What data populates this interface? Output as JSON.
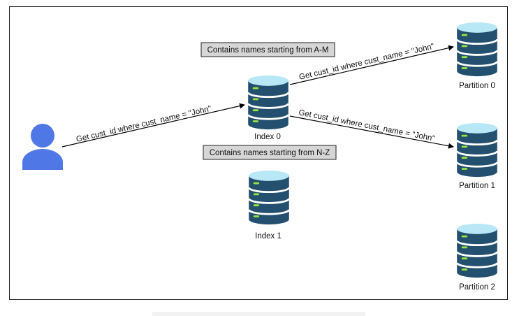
{
  "notes": {
    "top": "Contains names starting from A-M",
    "bottom": "Contains names starting from N-Z"
  },
  "queries": {
    "user_to_index": "Get cust_id where cust_name = \"John\"",
    "index_to_partition0": "Get cust_id where cust_name = \"John\"",
    "index_to_partition1": "Get cust_id where cust_name = \"John\""
  },
  "nodes": {
    "index0": "Index 0",
    "index1": "Index 1",
    "partition0": "Partition 0",
    "partition1": "Partition 1",
    "partition2": "Partition 2"
  },
  "colors": {
    "db_body": "#23506f",
    "db_top": "#b8e7f6",
    "db_line": "#ffffff",
    "db_led": "#9be43b",
    "user": "#4f78e6",
    "note_fill": "#d6d6d6"
  }
}
